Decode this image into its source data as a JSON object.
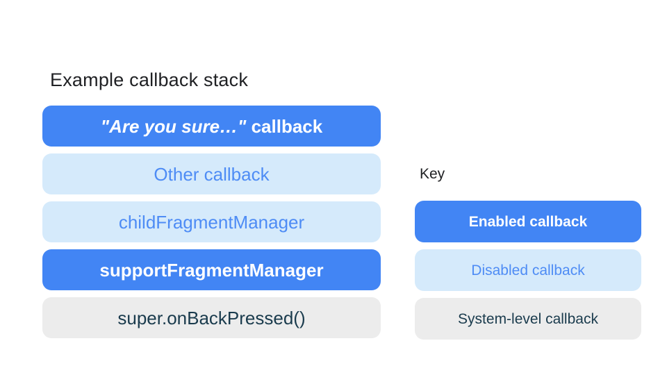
{
  "colors": {
    "enabled_bg": "#4285F4",
    "enabled_text": "#FFFFFF",
    "disabled_bg": "#D5EAFB",
    "disabled_text": "#4E8CF5",
    "system_bg": "#ECECEC",
    "system_text": "#1A3B4D",
    "title_text": "#202124"
  },
  "stack": {
    "title": "Example callback stack",
    "bars": [
      {
        "type": "enabled",
        "label_italic": "\"Are you sure…\"",
        "label_rest": " callback"
      },
      {
        "type": "disabled",
        "label": "Other callback"
      },
      {
        "type": "disabled",
        "label": "childFragmentManager"
      },
      {
        "type": "enabled",
        "label": "supportFragmentManager"
      },
      {
        "type": "system",
        "label": "super.onBackPressed()"
      }
    ]
  },
  "key": {
    "title": "Key",
    "items": [
      {
        "type": "enabled",
        "label": "Enabled callback"
      },
      {
        "type": "disabled",
        "label": "Disabled callback"
      },
      {
        "type": "system",
        "label": "System-level callback"
      }
    ]
  }
}
